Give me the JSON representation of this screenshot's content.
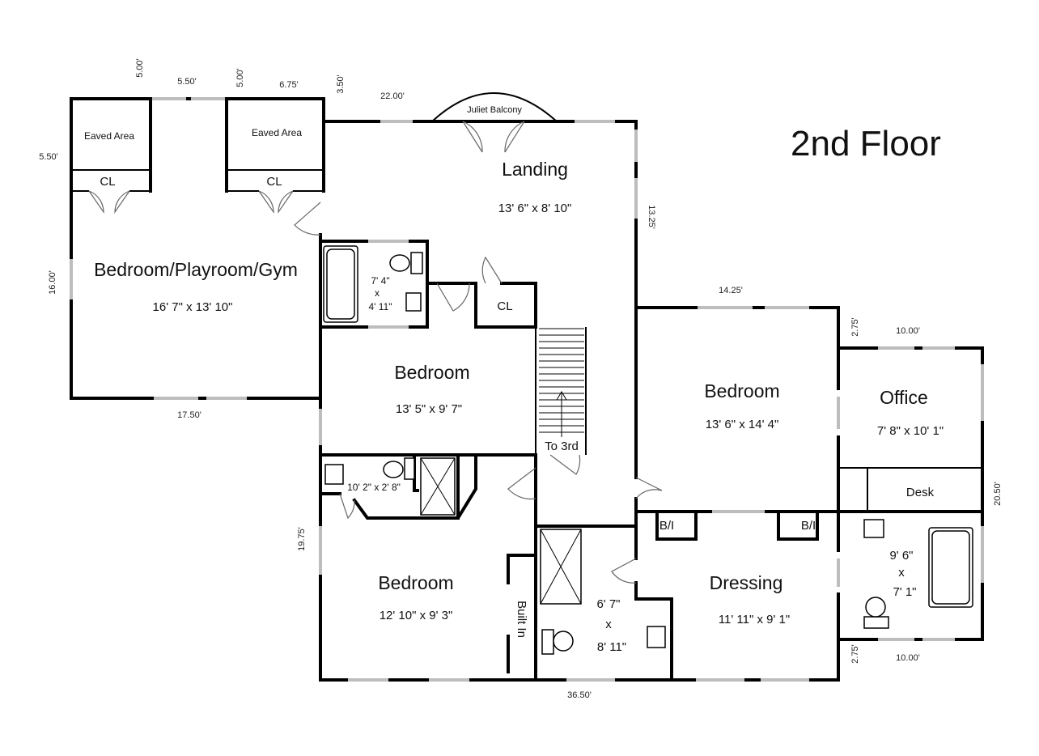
{
  "title": "2nd Floor",
  "rooms": {
    "bedroom_playroom_gym": {
      "name": "Bedroom/Playroom/Gym",
      "dim": "16' 7\" x 13' 10\""
    },
    "eaved_area_1": {
      "name": "Eaved Area"
    },
    "eaved_area_2": {
      "name": "Eaved Area"
    },
    "closet_1": {
      "name": "CL"
    },
    "closet_2": {
      "name": "CL"
    },
    "closet_3": {
      "name": "CL"
    },
    "landing": {
      "name": "Landing",
      "dim": "13' 6\" x 8' 10\""
    },
    "juliet_balcony": {
      "name": "Juliet Balcony"
    },
    "bath_small": {
      "dim_line1": "7' 4\"",
      "dim_x": "x",
      "dim_line2": "4' 11\""
    },
    "bedroom_center": {
      "name": "Bedroom",
      "dim": "13' 5\" x 9' 7\""
    },
    "stairs": {
      "name": "To 3rd"
    },
    "bath_hall": {
      "dim": "10' 2\" x 2' 8\""
    },
    "bedroom_lower": {
      "name": "Bedroom",
      "dim": "12' 10\" x 9' 3\""
    },
    "built_in": {
      "name": "Built In"
    },
    "bath_lower": {
      "dim_line1": "6' 7\"",
      "dim_x": "x",
      "dim_line2": "8' 11\""
    },
    "bedroom_east": {
      "name": "Bedroom",
      "dim": "13' 6\" x 14' 4\""
    },
    "office": {
      "name": "Office",
      "dim": "7' 8\" x 10' 1\""
    },
    "desk": {
      "name": "Desk"
    },
    "built_in_1": {
      "name": "B/I"
    },
    "built_in_2": {
      "name": "B/I"
    },
    "dressing": {
      "name": "Dressing",
      "dim": "11' 11\" x 9' 1\""
    },
    "bath_east": {
      "dim_line1": "9' 6\"",
      "dim_x": "x",
      "dim_line2": "7' 1\""
    }
  },
  "dimensions": {
    "d_5_00_a": "5.00'",
    "d_5_50_top": "5.50'",
    "d_5_00_b": "5.00'",
    "d_6_75": "6.75'",
    "d_3_50": "3.50'",
    "d_22_00": "22.00'",
    "d_5_50_left": "5.50'",
    "d_16_00": "16.00'",
    "d_17_50": "17.50'",
    "d_13_25": "13.25'",
    "d_14_25": "14.25'",
    "d_2_75_top": "2.75'",
    "d_10_00_top": "10.00'",
    "d_20_50": "20.50'",
    "d_19_75": "19.75'",
    "d_36_50": "36.50'",
    "d_2_75_bottom": "2.75'",
    "d_10_00_bottom": "10.00'"
  }
}
